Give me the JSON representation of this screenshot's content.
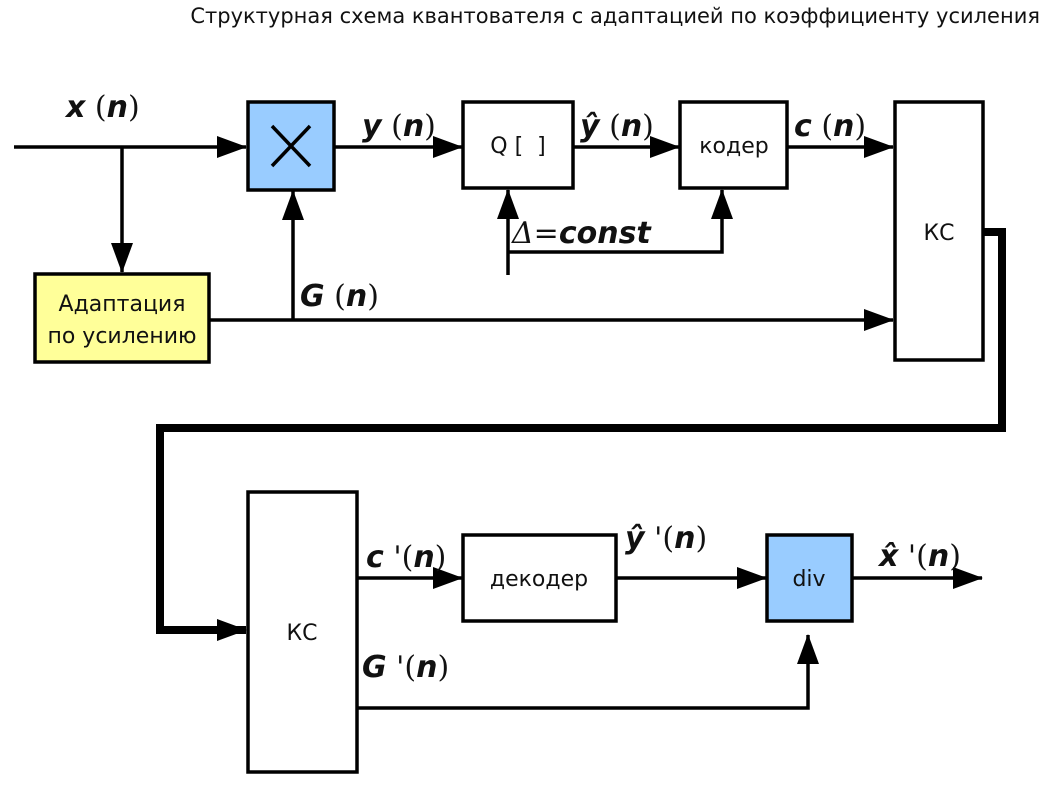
{
  "title": "Структурная схема квантователя с адаптацией по коэффициенту усиления",
  "colors": {
    "multiplier_fill": "#99ccff",
    "div_fill": "#99ccff",
    "adaptation_fill": "#ffff99",
    "box_fill": "#ffffff",
    "line": "#000000"
  },
  "blocks": {
    "multiplier": {
      "symbol": "×",
      "icon": "multiply-icon"
    },
    "quantizer": {
      "label": "Q [  ]"
    },
    "coder": {
      "label": "кодер"
    },
    "channel_tx": {
      "label": "КС"
    },
    "adaptation": {
      "line1": "Адаптация",
      "line2": "по усилению"
    },
    "channel_rx": {
      "label": "КС"
    },
    "decoder": {
      "label": "декодер"
    },
    "div": {
      "label": "div"
    }
  },
  "signals": {
    "x": {
      "name": "x",
      "arg": "n"
    },
    "y": {
      "name": "y",
      "arg": "n"
    },
    "y_hat": {
      "name": "ŷ",
      "arg": "n"
    },
    "c": {
      "name": "c",
      "arg": "n"
    },
    "G": {
      "name": "G",
      "arg": "n"
    },
    "delta": {
      "symbol": "Δ",
      "eq": "=",
      "value": "const"
    },
    "c_prime": {
      "name": "c",
      "prime": "'",
      "arg": "n"
    },
    "G_prime": {
      "name": "G",
      "prime": "'",
      "arg": "n"
    },
    "y_hat_prime": {
      "name": "ŷ",
      "prime": "'",
      "arg": "n"
    },
    "x_hat_prime": {
      "name": "x̂",
      "prime": "'",
      "arg": "n"
    }
  }
}
